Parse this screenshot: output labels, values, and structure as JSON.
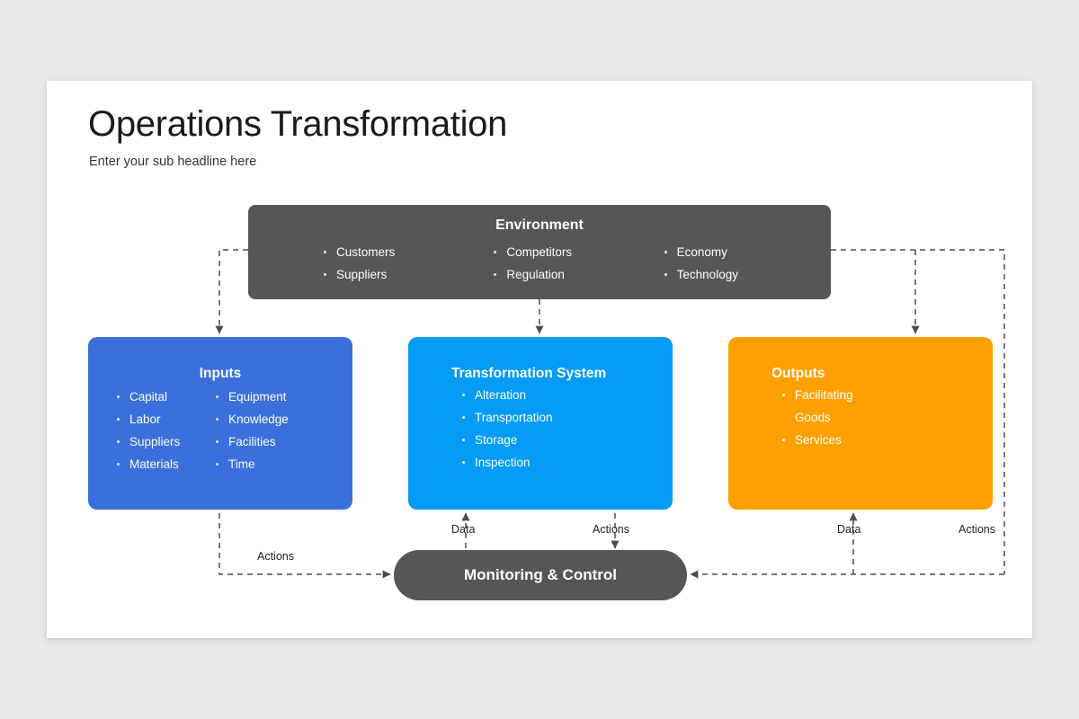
{
  "slide": {
    "title": "Operations Transformation",
    "subtitle": "Enter your sub headline here"
  },
  "colors": {
    "background": "#e9e9e9",
    "card": "#ffffff",
    "environment": "#565656",
    "inputs": "#3b6fdc",
    "transformation": "#039bf5",
    "outputs": "#ffa000",
    "monitoring": "#565656",
    "connector": "#4d4d4d"
  },
  "diagram": {
    "environment": {
      "title": "Environment",
      "columns": [
        [
          "Customers",
          "Suppliers"
        ],
        [
          "Competitors",
          "Regulation"
        ],
        [
          "Economy",
          "Technology"
        ]
      ]
    },
    "inputs": {
      "title": "Inputs",
      "columns": [
        [
          "Capital",
          "Labor",
          "Suppliers",
          "Materials"
        ],
        [
          "Equipment",
          "Knowledge",
          "Facilities",
          "Time"
        ]
      ]
    },
    "transformation": {
      "title": "Transformation System",
      "items": [
        "Alteration",
        "Transportation",
        "Storage",
        "Inspection"
      ]
    },
    "outputs": {
      "title": "Outputs",
      "items": [
        "Facilitating",
        "Goods",
        "Services"
      ]
    },
    "monitoring": {
      "title": "Monitoring & Control"
    },
    "connector_labels": {
      "left_actions": "Actions",
      "center_data": "Data",
      "center_actions": "Actions",
      "right_data": "Data",
      "right_actions": "Actions"
    }
  }
}
